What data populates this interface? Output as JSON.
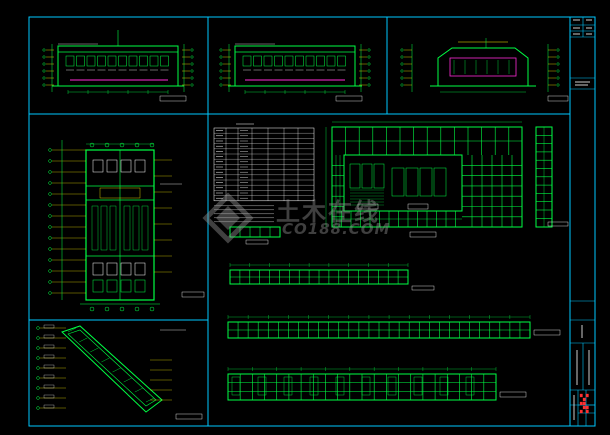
{
  "colors": {
    "background": "#000000",
    "frame": "#00c8ff",
    "wall": "#00ff44",
    "text": "#ffffff",
    "accent_magenta": "#ff2bd6",
    "accent_yellow": "#ffee00",
    "accent_red": "#ff3030",
    "watermark": "#9a9a9a"
  },
  "watermark": {
    "chinese_text": "土木在线",
    "url_text": "CO188.COM"
  },
  "title_block": {
    "stamp_icon": "red-seal-stamp"
  }
}
